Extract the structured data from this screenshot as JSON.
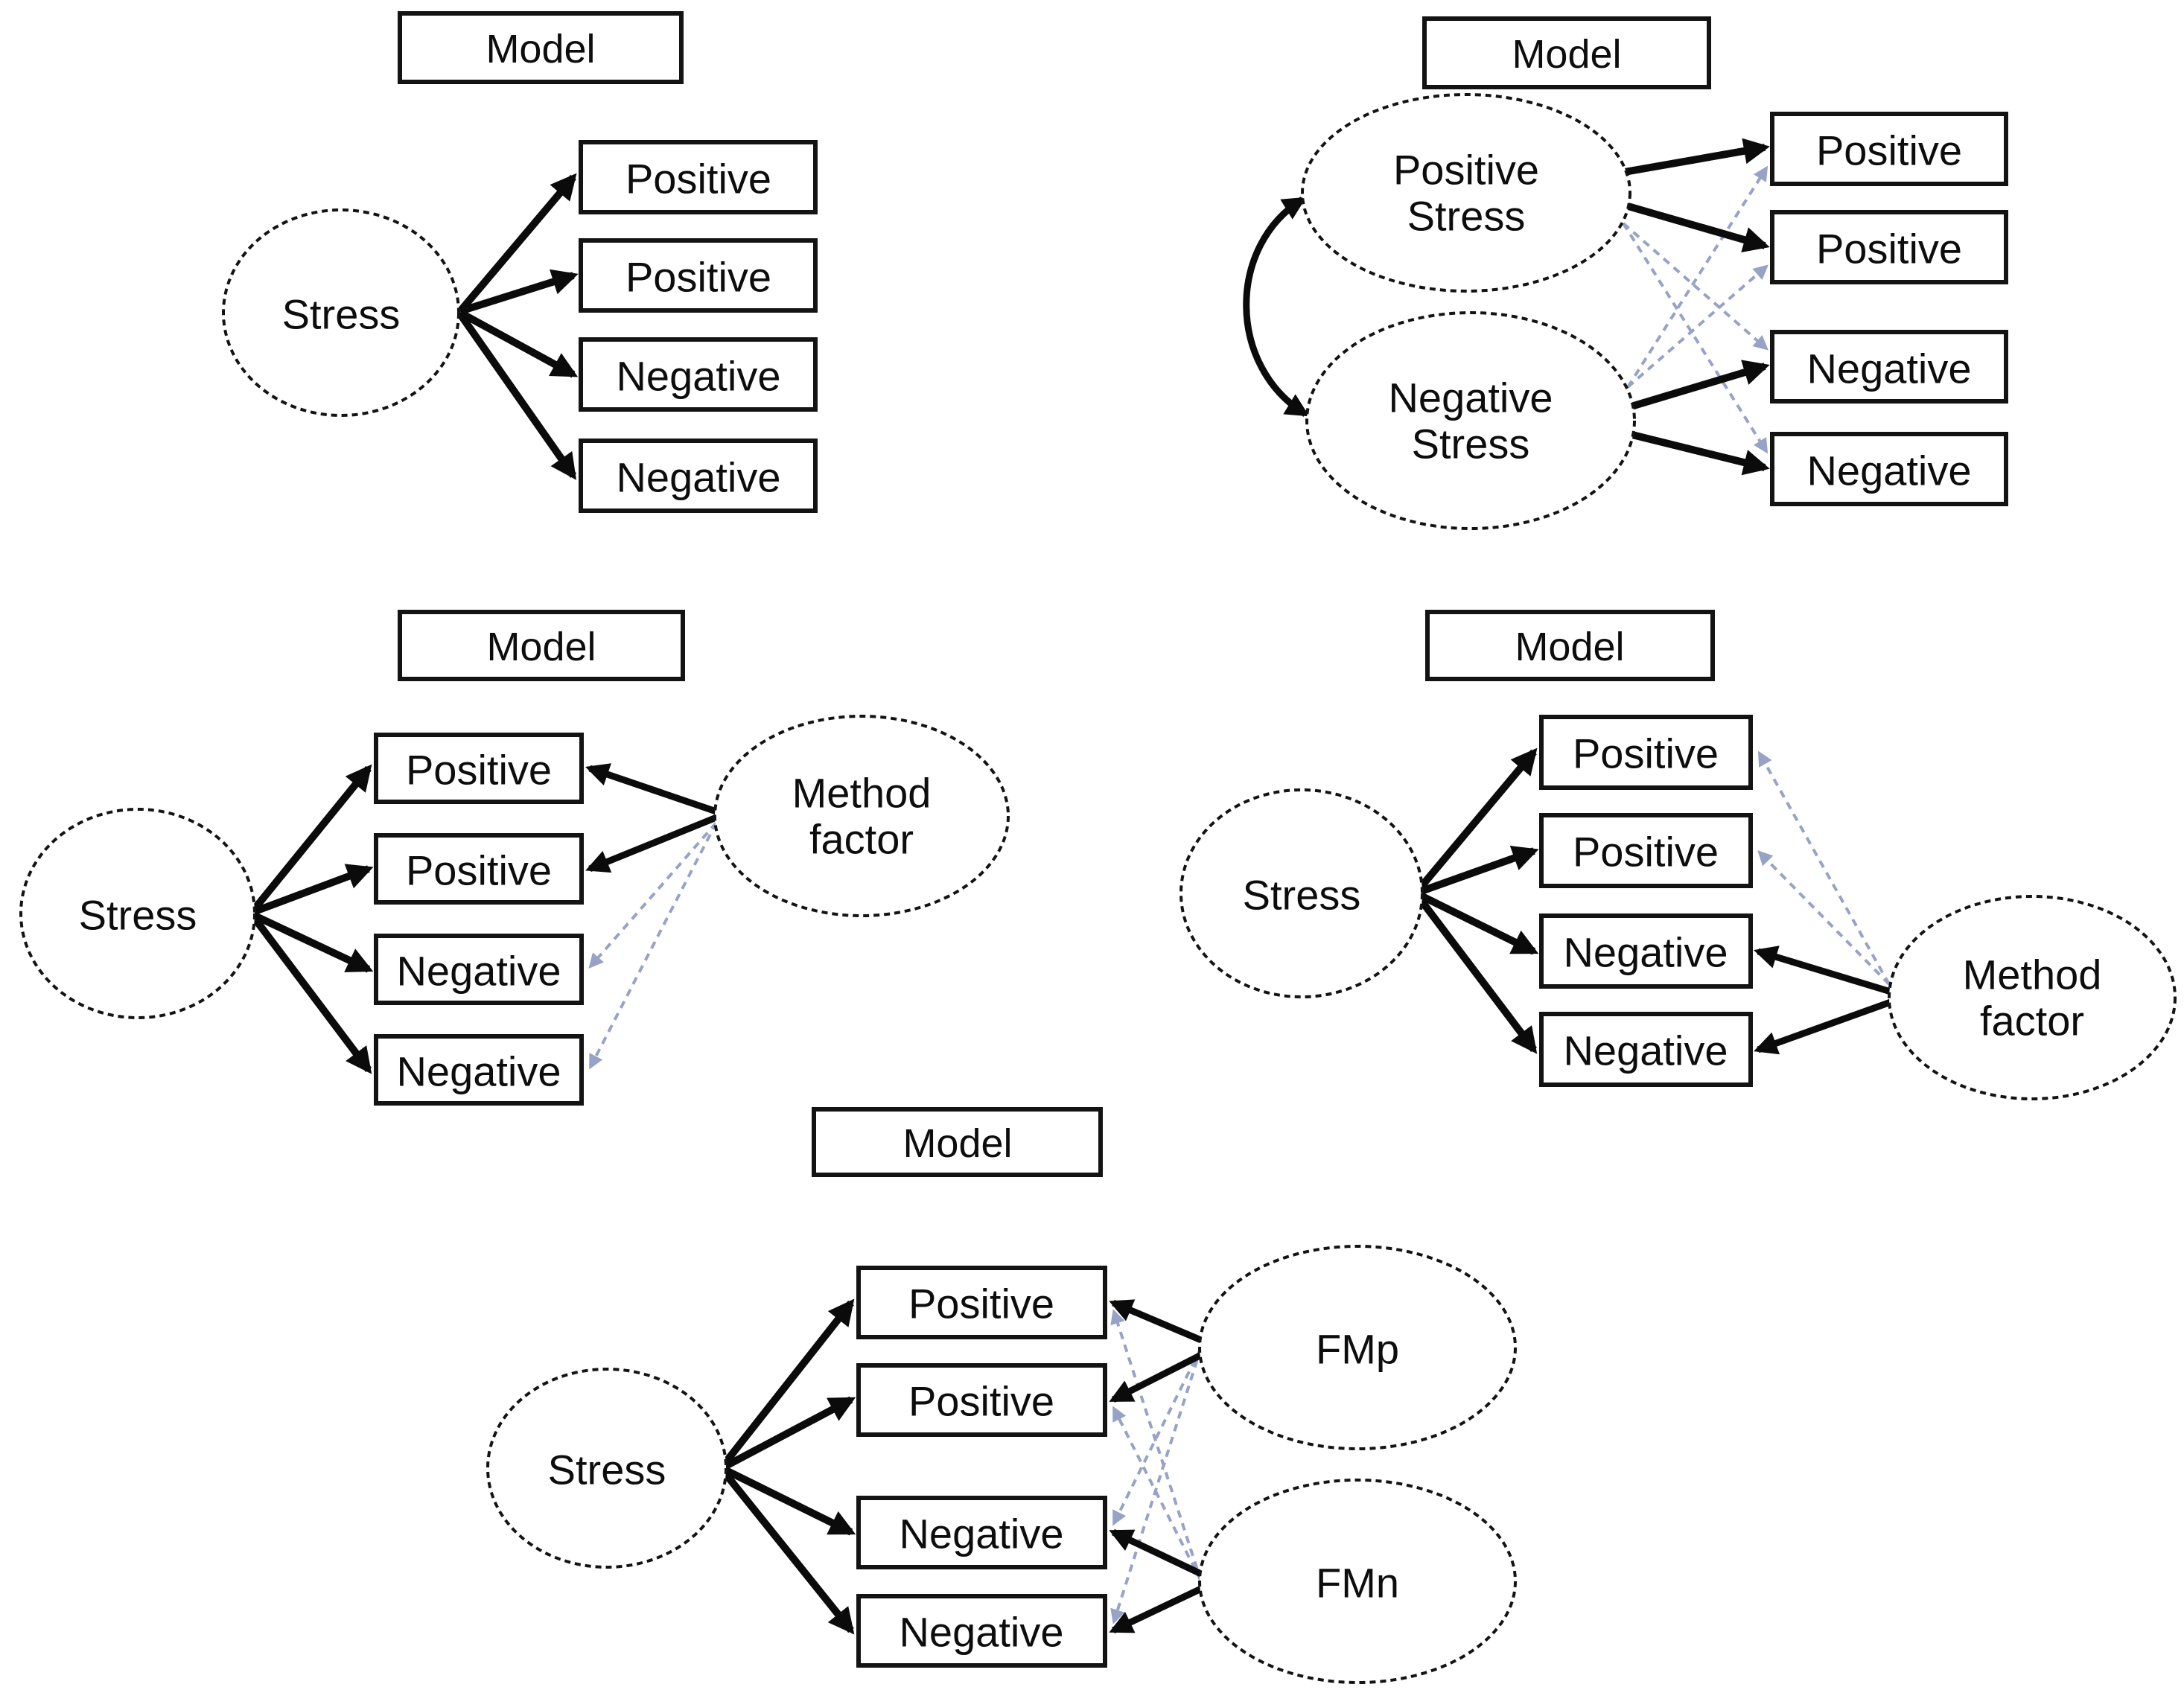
{
  "colors": {
    "arrow_solid": "#0b0b0b",
    "arrow_dashed": "#97a3c6",
    "shape_outline": "#131313",
    "text": "#0d0d0d",
    "background": "#ffffff"
  },
  "models": [
    {
      "title": "Model",
      "stress": {
        "label": "Stress"
      },
      "indicators": [
        "Positive",
        "Positive",
        "Negative",
        "Negative"
      ]
    },
    {
      "title": "Model",
      "positive_stress": {
        "line1": "Positive",
        "line2": "Stress"
      },
      "negative_stress": {
        "line1": "Negative",
        "line2": "Stress"
      },
      "indicators": [
        "Positive",
        "Positive",
        "Negative",
        "Negative"
      ]
    },
    {
      "title": "Model",
      "stress": {
        "label": "Stress"
      },
      "method_factor": {
        "line1": "Method",
        "line2": "factor"
      },
      "indicators": [
        "Positive",
        "Positive",
        "Negative",
        "Negative"
      ]
    },
    {
      "title": "Model",
      "stress": {
        "label": "Stress"
      },
      "method_factor": {
        "line1": "Method",
        "line2": "factor"
      },
      "indicators": [
        "Positive",
        "Positive",
        "Negative",
        "Negative"
      ]
    },
    {
      "title": "Model",
      "stress": {
        "label": "Stress"
      },
      "fmp": {
        "label": "FMp"
      },
      "fmn": {
        "label": "FMn"
      },
      "indicators": [
        "Positive",
        "Positive",
        "Negative",
        "Negative"
      ]
    }
  ]
}
